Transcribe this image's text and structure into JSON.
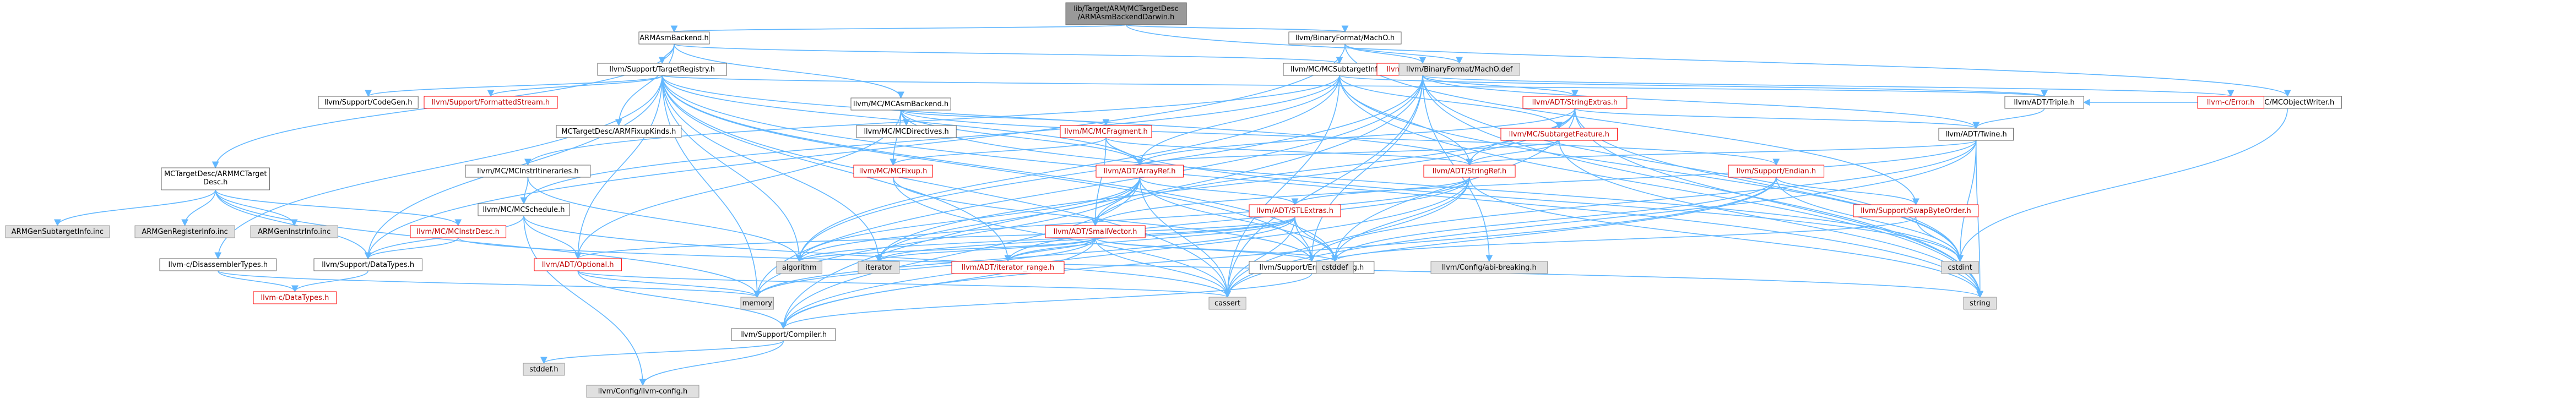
{
  "nodes": [
    {
      "id": "root",
      "label": [
        "lib/Target/ARM/MCTargetDesc",
        "/ARMAsmBackendDarwin.h"
      ],
      "style": "root"
    },
    {
      "id": "armasmbackend",
      "label": [
        "ARMAsmBackend.h"
      ],
      "style": "normal"
    },
    {
      "id": "binfmt_macho",
      "label": [
        "llvm/BinaryFormat/MachO.h"
      ],
      "style": "normal"
    },
    {
      "id": "mcobjectwriter",
      "label": [
        "llvm/MC/MCObjectWriter.h"
      ],
      "style": "normal"
    },
    {
      "id": "arm_mctargetdesc",
      "label": [
        "MCTargetDesc/ARMMCTarget",
        "Desc.h"
      ],
      "style": "normal"
    },
    {
      "id": "targetregistry",
      "label": [
        "llvm/Support/TargetRegistry.h"
      ],
      "style": "normal"
    },
    {
      "id": "mcasmbackend",
      "label": [
        "llvm/MC/MCAsmBackend.h"
      ],
      "style": "normal"
    },
    {
      "id": "mcsubtargetinfo",
      "label": [
        "llvm/MC/MCSubtargetInfo.h"
      ],
      "style": "normal"
    },
    {
      "id": "support_error",
      "label": [
        "llvm/Support/Error.h"
      ],
      "style": "red"
    },
    {
      "id": "macho_def",
      "label": [
        "llvm/BinaryFormat/MachO.def"
      ],
      "style": "ext"
    },
    {
      "id": "armfixupkinds",
      "label": [
        "MCTargetDesc/ARMFixupKinds.h"
      ],
      "style": "normal"
    },
    {
      "id": "codegen",
      "label": [
        "llvm/Support/CodeGen.h"
      ],
      "style": "normal"
    },
    {
      "id": "formattedstream",
      "label": [
        "llvm/Support/FormattedStream.h"
      ],
      "style": "red"
    },
    {
      "id": "mcdirectives",
      "label": [
        "llvm/MC/MCDirectives.h"
      ],
      "style": "normal"
    },
    {
      "id": "mcfragment",
      "label": [
        "llvm/MC/MCFragment.h"
      ],
      "style": "red"
    },
    {
      "id": "stringextras",
      "label": [
        "llvm/ADT/StringExtras.h"
      ],
      "style": "red"
    },
    {
      "id": "triple",
      "label": [
        "llvm/ADT/Triple.h"
      ],
      "style": "normal"
    },
    {
      "id": "cerror",
      "label": [
        "llvm-c/Error.h"
      ],
      "style": "red"
    },
    {
      "id": "twine",
      "label": [
        "llvm/ADT/Twine.h"
      ],
      "style": "normal"
    },
    {
      "id": "mcinstrinfo_inc",
      "label": [
        "llvm/MC/MCInstrItineraries.h"
      ],
      "style": "normal"
    },
    {
      "id": "mcfixup",
      "label": [
        "llvm/MC/MCFixup.h"
      ],
      "style": "red"
    },
    {
      "id": "arrayref",
      "label": [
        "llvm/ADT/ArrayRef.h"
      ],
      "style": "red"
    },
    {
      "id": "subtargetfeature",
      "label": [
        "llvm/MC/SubtargetFeature.h"
      ],
      "style": "red"
    },
    {
      "id": "stringref",
      "label": [
        "llvm/ADT/StringRef.h"
      ],
      "style": "red"
    },
    {
      "id": "endian",
      "label": [
        "llvm/Support/Endian.h"
      ],
      "style": "red"
    },
    {
      "id": "swapbyteorder",
      "label": [
        "llvm/Support/SwapByteOrder.h"
      ],
      "style": "red"
    },
    {
      "id": "armgensubtarget",
      "label": [
        "ARMGenSubtargetInfo.inc"
      ],
      "style": "ext"
    },
    {
      "id": "armgenregister",
      "label": [
        "ARMGenRegisterInfo.inc"
      ],
      "style": "ext"
    },
    {
      "id": "armgeninstr",
      "label": [
        "ARMGenInstrInfo.inc"
      ],
      "style": "ext"
    },
    {
      "id": "mcinstrdesc",
      "label": [
        "llvm/MC/MCInstrDesc.h"
      ],
      "style": "red"
    },
    {
      "id": "mcschedule",
      "label": [
        "llvm/MC/MCSchedule.h"
      ],
      "style": "normal"
    },
    {
      "id": "smallvector",
      "label": [
        "llvm/ADT/SmallVector.h"
      ],
      "style": "red"
    },
    {
      "id": "stlextras",
      "label": [
        "llvm/ADT/STLExtras.h"
      ],
      "style": "red"
    },
    {
      "id": "disassemblertypes",
      "label": [
        "llvm-c/DisassemblerTypes.h"
      ],
      "style": "normal"
    },
    {
      "id": "datatypes",
      "label": [
        "llvm/Support/DataTypes.h"
      ],
      "style": "normal"
    },
    {
      "id": "optional",
      "label": [
        "llvm/ADT/Optional.h"
      ],
      "style": "red"
    },
    {
      "id": "algorithm",
      "label": [
        "algorithm"
      ],
      "style": "ext"
    },
    {
      "id": "iterator",
      "label": [
        "iterator"
      ],
      "style": "ext"
    },
    {
      "id": "iterator_range",
      "label": [
        "llvm/ADT/iterator_range.h"
      ],
      "style": "red"
    },
    {
      "id": "errorhandling",
      "label": [
        "llvm/Support/ErrorHandling.h"
      ],
      "style": "normal"
    },
    {
      "id": "cstddef",
      "label": [
        "cstddef"
      ],
      "style": "ext"
    },
    {
      "id": "abibreaking",
      "label": [
        "llvm/Config/abi-breaking.h"
      ],
      "style": "ext"
    },
    {
      "id": "cstdint",
      "label": [
        "cstdint"
      ],
      "style": "ext"
    },
    {
      "id": "cdatatypes",
      "label": [
        "llvm-c/DataTypes.h"
      ],
      "style": "red"
    },
    {
      "id": "memory",
      "label": [
        "memory"
      ],
      "style": "ext"
    },
    {
      "id": "compiler",
      "label": [
        "llvm/Support/Compiler.h"
      ],
      "style": "normal"
    },
    {
      "id": "cassert",
      "label": [
        "cassert"
      ],
      "style": "ext"
    },
    {
      "id": "string",
      "label": [
        "string"
      ],
      "style": "ext"
    },
    {
      "id": "stddef",
      "label": [
        "stddef.h"
      ],
      "style": "ext"
    },
    {
      "id": "llvmconfig",
      "label": [
        "llvm/Config/llvm-config.h"
      ],
      "style": "ext"
    }
  ],
  "edges": [
    [
      "root",
      "armasmbackend"
    ],
    [
      "root",
      "binfmt_macho"
    ],
    [
      "root",
      "mcobjectwriter"
    ],
    [
      "armasmbackend",
      "arm_mctargetdesc"
    ],
    [
      "armasmbackend",
      "armfixupkinds"
    ],
    [
      "armasmbackend",
      "mcasmbackend"
    ],
    [
      "armasmbackend",
      "mcsubtargetinfo"
    ],
    [
      "armasmbackend",
      "targetregistry"
    ],
    [
      "binfmt_macho",
      "macho_def"
    ],
    [
      "binfmt_macho",
      "support_error"
    ],
    [
      "binfmt_macho",
      "datatypes"
    ],
    [
      "binfmt_macho",
      "swapbyteorder"
    ],
    [
      "mcobjectwriter",
      "triple"
    ],
    [
      "mcobjectwriter",
      "cstdint"
    ],
    [
      "arm_mctargetdesc",
      "datatypes"
    ],
    [
      "arm_mctargetdesc",
      "mcinstrdesc"
    ],
    [
      "arm_mctargetdesc",
      "memory"
    ],
    [
      "arm_mctargetdesc",
      "armgensubtarget"
    ],
    [
      "arm_mctargetdesc",
      "armgenregister"
    ],
    [
      "arm_mctargetdesc",
      "armgeninstr"
    ],
    [
      "targetregistry",
      "disassemblertypes"
    ],
    [
      "targetregistry",
      "optional"
    ],
    [
      "targetregistry",
      "stringref"
    ],
    [
      "targetregistry",
      "iterator_range"
    ],
    [
      "targetregistry",
      "codegen"
    ],
    [
      "targetregistry",
      "errorhandling"
    ],
    [
      "targetregistry",
      "formattedstream"
    ],
    [
      "targetregistry",
      "algorithm"
    ],
    [
      "targetregistry",
      "cassert"
    ],
    [
      "targetregistry",
      "cstddef"
    ],
    [
      "targetregistry",
      "iterator"
    ],
    [
      "targetregistry",
      "memory"
    ],
    [
      "targetregistry",
      "string"
    ],
    [
      "targetregistry",
      "triple"
    ],
    [
      "targetregistry",
      "arrayref"
    ],
    [
      "targetregistry",
      "datatypes"
    ],
    [
      "mcasmbackend",
      "arrayref"
    ],
    [
      "mcasmbackend",
      "optional"
    ],
    [
      "mcasmbackend",
      "mcdirectives"
    ],
    [
      "mcasmbackend",
      "mcfixup"
    ],
    [
      "mcasmbackend",
      "mcfragment"
    ],
    [
      "mcasmbackend",
      "endian"
    ],
    [
      "mcasmbackend",
      "cstdint"
    ],
    [
      "mcsubtargetinfo",
      "arrayref"
    ],
    [
      "mcsubtargetinfo",
      "stringref"
    ],
    [
      "mcsubtargetinfo",
      "triple"
    ],
    [
      "mcsubtargetinfo",
      "mcinstrinfo_inc"
    ],
    [
      "mcsubtargetinfo",
      "mcschedule"
    ],
    [
      "mcsubtargetinfo",
      "subtargetfeature"
    ],
    [
      "mcsubtargetinfo",
      "algorithm"
    ],
    [
      "mcsubtargetinfo",
      "cassert"
    ],
    [
      "mcsubtargetinfo",
      "cstdint"
    ],
    [
      "mcsubtargetinfo",
      "string"
    ],
    [
      "support_error",
      "cerror"
    ],
    [
      "support_error",
      "stringextras"
    ],
    [
      "support_error",
      "twine"
    ],
    [
      "support_error",
      "abibreaking"
    ],
    [
      "support_error",
      "compiler"
    ],
    [
      "support_error",
      "errorhandling"
    ],
    [
      "support_error",
      "algorithm"
    ],
    [
      "support_error",
      "cassert"
    ],
    [
      "support_error",
      "cstdint"
    ],
    [
      "support_error",
      "memory"
    ],
    [
      "support_error",
      "string"
    ],
    [
      "stringextras",
      "arrayref"
    ],
    [
      "stringextras",
      "smallvector"
    ],
    [
      "stringextras",
      "stringref"
    ],
    [
      "stringextras",
      "twine"
    ],
    [
      "stringextras",
      "iterator"
    ],
    [
      "stringextras",
      "cstddef"
    ],
    [
      "stringextras",
      "cstdint"
    ],
    [
      "stringextras",
      "string"
    ],
    [
      "triple",
      "twine"
    ],
    [
      "twine",
      "smallvector"
    ],
    [
      "twine",
      "stringref"
    ],
    [
      "twine",
      "errorhandling"
    ],
    [
      "twine",
      "cassert"
    ],
    [
      "twine",
      "cstdint"
    ],
    [
      "twine",
      "string"
    ],
    [
      "mcinstrinfo_inc",
      "mcschedule"
    ],
    [
      "mcinstrinfo_inc",
      "algorithm"
    ],
    [
      "mcfixup",
      "errorhandling"
    ],
    [
      "mcfixup",
      "cassert"
    ],
    [
      "mcfragment",
      "arrayref"
    ],
    [
      "mcfragment",
      "smallvector"
    ],
    [
      "mcfragment",
      "stringref"
    ],
    [
      "mcfragment",
      "mcfixup"
    ],
    [
      "mcfragment",
      "cstdint"
    ],
    [
      "arrayref",
      "smallvector"
    ],
    [
      "arrayref",
      "stlextras"
    ],
    [
      "arrayref",
      "compiler"
    ],
    [
      "arrayref",
      "algorithm"
    ],
    [
      "arrayref",
      "cassert"
    ],
    [
      "arrayref",
      "cstddef"
    ],
    [
      "arrayref",
      "iterator"
    ],
    [
      "arrayref",
      "memory"
    ],
    [
      "subtargetfeature",
      "arrayref"
    ],
    [
      "subtargetfeature",
      "stringref"
    ],
    [
      "subtargetfeature",
      "string"
    ],
    [
      "stringref",
      "stlextras"
    ],
    [
      "stringref",
      "iterator_range"
    ],
    [
      "stringref",
      "compiler"
    ],
    [
      "stringref",
      "algorithm"
    ],
    [
      "stringref",
      "cassert"
    ],
    [
      "stringref",
      "cstddef"
    ],
    [
      "stringref",
      "string"
    ],
    [
      "endian",
      "swapbyteorder"
    ],
    [
      "endian",
      "compiler"
    ],
    [
      "endian",
      "cassert"
    ],
    [
      "endian",
      "cstddef"
    ],
    [
      "endian",
      "cstdint"
    ],
    [
      "swapbyteorder",
      "cstddef"
    ],
    [
      "swapbyteorder",
      "cstdint"
    ],
    [
      "mcinstrdesc",
      "datatypes"
    ],
    [
      "mcinstrdesc",
      "string"
    ],
    [
      "mcschedule",
      "optional"
    ],
    [
      "mcschedule",
      "datatypes"
    ],
    [
      "mcschedule",
      "cassert"
    ],
    [
      "mcschedule",
      "llvmconfig"
    ],
    [
      "smallvector",
      "compiler"
    ],
    [
      "smallvector",
      "algorithm"
    ],
    [
      "smallvector",
      "cassert"
    ],
    [
      "smallvector",
      "cstddef"
    ],
    [
      "smallvector",
      "iterator"
    ],
    [
      "smallvector",
      "iterator_range"
    ],
    [
      "smallvector",
      "memory"
    ],
    [
      "smallvector",
      "errorhandling"
    ],
    [
      "stlextras",
      "optional"
    ],
    [
      "stlextras",
      "iterator_range"
    ],
    [
      "stlextras",
      "errorhandling"
    ],
    [
      "stlextras",
      "algorithm"
    ],
    [
      "stlextras",
      "cassert"
    ],
    [
      "stlextras",
      "cstddef"
    ],
    [
      "stlextras",
      "iterator"
    ],
    [
      "stlextras",
      "memory"
    ],
    [
      "disassemblertypes",
      "cdatatypes"
    ],
    [
      "disassemblertypes",
      "memory"
    ],
    [
      "datatypes",
      "cdatatypes"
    ],
    [
      "optional",
      "compiler"
    ],
    [
      "optional",
      "cassert"
    ],
    [
      "optional",
      "memory"
    ],
    [
      "errorhandling",
      "compiler"
    ],
    [
      "compiler",
      "llvmconfig"
    ],
    [
      "compiler",
      "stddef"
    ]
  ]
}
